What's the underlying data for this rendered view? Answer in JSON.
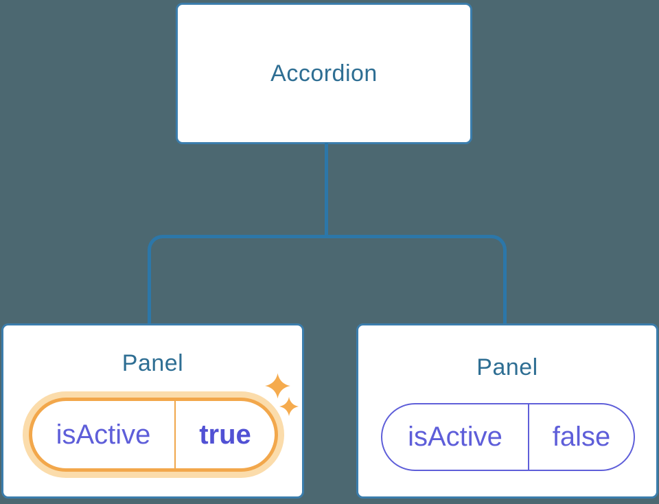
{
  "tree": {
    "root": {
      "label": "Accordion"
    },
    "children": [
      {
        "title": "Panel",
        "state": {
          "name": "isActive",
          "value": "true"
        },
        "highlighted": true
      },
      {
        "title": "Panel",
        "state": {
          "name": "isActive",
          "value": "false"
        },
        "highlighted": false
      }
    ]
  },
  "icons": {
    "sparkle_large": "sparkle-icon",
    "sparkle_small": "sparkle-icon"
  },
  "colors": {
    "background": "#4c6871",
    "connector_blue": "#2c77a9",
    "node_border_blue": "#3b7dac",
    "node_fill": "#ffffff",
    "title_text_blue": "#2e6e93",
    "state_purple": "#5e5ed9",
    "state_value_bold_purple": "#5151d4",
    "highlight_orange": "#f2a74b",
    "highlight_halo_orange": "#fbdcab",
    "sparkle_orange": "#f5ab4e"
  }
}
